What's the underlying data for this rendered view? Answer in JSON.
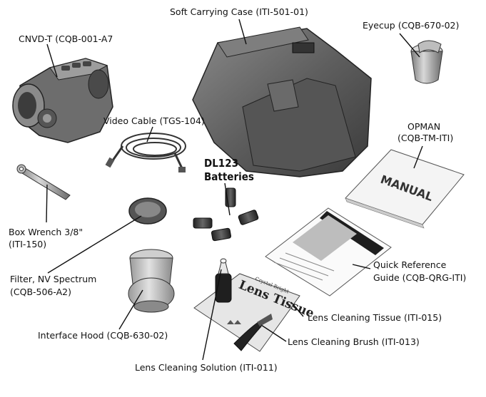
{
  "labels": {
    "cnvd": "CNVD-T (CQB-001-A7",
    "case": "Soft Carrying Case (ITI-501-01)",
    "eyecup": "Eyecup (CQB-670-02)",
    "video_cable": "Video Cable (TGS-104)",
    "dl123_line1": "DL123",
    "dl123_line2": "Batteries",
    "opman_line1": "OPMAN",
    "opman_line2": "(CQB-TM-ITI)",
    "box_wrench_line1": "Box Wrench 3/8\"",
    "box_wrench_line2": "(ITI-150)",
    "filter_line1": "Filter, NV Spectrum",
    "filter_line2": "(CQB-506-A2)",
    "qrg_line1": "Quick Reference",
    "qrg_line2": "Guide (CQB-QRG-ITI)",
    "hood": "Interface Hood (CQB-630-02)",
    "tissue": "Lens Cleaning Tissue (ITI-015)",
    "brush": "Lens Cleaning Brush (ITI-013)",
    "solution": "Lens Cleaning Solution (ITI-011)"
  },
  "print_on_items": {
    "manual": "MANUAL",
    "tissue_packet": "Lens Tissue",
    "tissue_brand": "Crystal Bright"
  },
  "colors": {
    "ink": "#111111",
    "background": "#ffffff"
  }
}
